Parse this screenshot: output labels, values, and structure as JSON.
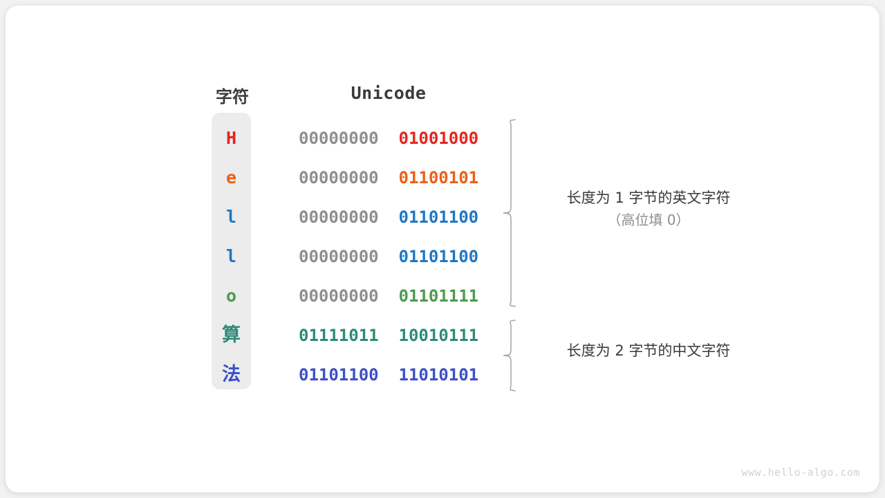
{
  "figure": {
    "headers": {
      "char": "字符",
      "unicode": "Unicode"
    },
    "rows": [
      {
        "char": "H",
        "char_color": "#E8231F",
        "high_bits": "00000000",
        "low_bits": "01001000",
        "bits_color": "#E8231F",
        "is_cjk": false
      },
      {
        "char": "e",
        "char_color": "#EC6018",
        "high_bits": "00000000",
        "low_bits": "01100101",
        "bits_color": "#EC6018",
        "is_cjk": false
      },
      {
        "char": "l",
        "char_color": "#1F77C4",
        "high_bits": "00000000",
        "low_bits": "01101100",
        "bits_color": "#1F77C4",
        "is_cjk": false
      },
      {
        "char": "l",
        "char_color": "#1F77C4",
        "high_bits": "00000000",
        "low_bits": "01101100",
        "bits_color": "#1F77C4",
        "is_cjk": false
      },
      {
        "char": "o",
        "char_color": "#4E9A4E",
        "high_bits": "00000000",
        "low_bits": "01101111",
        "bits_color": "#4E9A4E",
        "is_cjk": false
      },
      {
        "char": "算",
        "char_color": "#2E8B77",
        "high_bits": "01111011",
        "low_bits": "10010111",
        "bits_color": "#2E8B77",
        "is_cjk": true
      },
      {
        "char": "法",
        "char_color": "#3B50C8",
        "high_bits": "01101100",
        "low_bits": "11010101",
        "bits_color": "#3B50C8",
        "is_cjk": true
      }
    ],
    "annotations": [
      {
        "main": "长度为 1 字节的英文字符",
        "sub": "（高位填 0）"
      },
      {
        "main": "长度为 2 字节的中文字符",
        "sub": ""
      }
    ],
    "watermark": "www.hello-algo.com",
    "colors": {
      "card_background": "#ffffff",
      "page_background": "#f2f2f2",
      "char_column_background": "#ececec",
      "high_bits": "#8e8e8e",
      "header_text": "#3a3a3a",
      "brace": "#a8a8a8",
      "annotation_sub": "#8e8e8e",
      "watermark": "#d2d2d2"
    }
  }
}
